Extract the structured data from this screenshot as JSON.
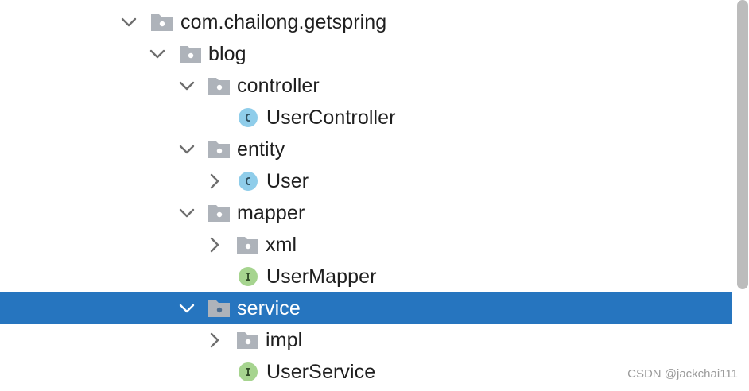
{
  "tree": {
    "rows": [
      {
        "label": "com.chailong.getspring",
        "kind": "package",
        "expanded": true,
        "depth": 0
      },
      {
        "label": "blog",
        "kind": "package",
        "expanded": true,
        "depth": 1
      },
      {
        "label": "controller",
        "kind": "package",
        "expanded": true,
        "depth": 2
      },
      {
        "label": "UserController",
        "kind": "class",
        "expanded": null,
        "depth": 3
      },
      {
        "label": "entity",
        "kind": "package",
        "expanded": true,
        "depth": 2
      },
      {
        "label": "User",
        "kind": "class",
        "expanded": false,
        "depth": 3
      },
      {
        "label": "mapper",
        "kind": "package",
        "expanded": true,
        "depth": 2
      },
      {
        "label": "xml",
        "kind": "package",
        "expanded": false,
        "depth": 3
      },
      {
        "label": "UserMapper",
        "kind": "interface",
        "expanded": null,
        "depth": 3
      },
      {
        "label": "service",
        "kind": "package",
        "expanded": true,
        "depth": 2,
        "selected": true
      },
      {
        "label": "impl",
        "kind": "package",
        "expanded": false,
        "depth": 3
      },
      {
        "label": "UserService",
        "kind": "interface",
        "expanded": null,
        "depth": 3
      }
    ]
  },
  "icons": {
    "class_letter": "C",
    "interface_letter": "I"
  },
  "colors": {
    "selection": "#2675bf",
    "folder": "#aeb3ba",
    "class_icon": "#8fcdea",
    "interface_icon": "#a6d48f"
  },
  "watermark": "CSDN @jackchai111"
}
